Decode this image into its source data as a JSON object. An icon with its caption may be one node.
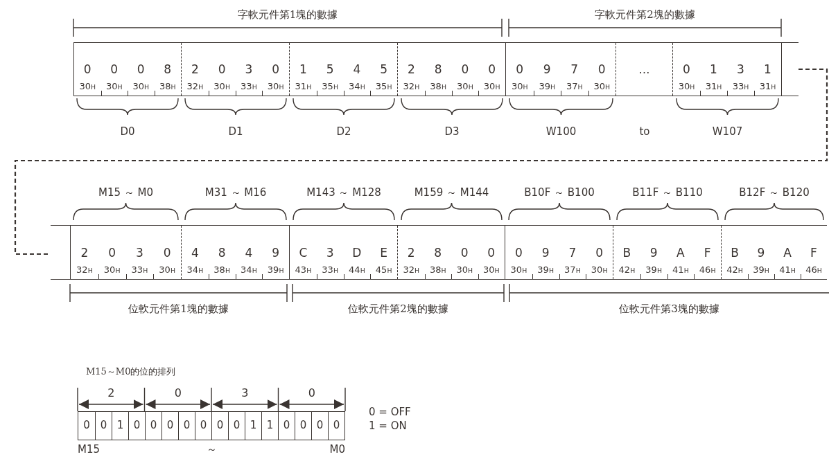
{
  "diagram": {
    "nodes": [
      {
        "text": [],
        "shape": "box"
      },
      {
        "text": [
          "0",
          "0",
          "0",
          "8",
          "30$_{H}$",
          "30$_{H}$",
          "30$_{H}$",
          "38$_{H}$"
        ],
        "in": 0,
        "beside": [
          "D0"
        ]
      },
      {
        "text": [
          "2",
          "0",
          "3",
          "0",
          "32$_{H}$",
          "30$_{H}$",
          "33$_{H}$",
          "30$_{H}$"
        ],
        "in": 0,
        "beside": [
          "D1"
        ]
      },
      {
        "text": [
          "1",
          "5",
          "4",
          "5",
          "31$_{H}$",
          "35$_{H}$",
          "34$_{H}$",
          "35$_{H}$"
        ],
        "in": 0,
        "beside": [
          "D2"
        ]
      },
      {
        "text": [
          "2",
          "8",
          "0",
          "0",
          "32$_{H}$",
          "38$_{H}$",
          "30$_{H}$",
          "30$_{H}$"
        ],
        "in": 0,
        "beside": [
          "D3"
        ]
      },
      {
        "text": [
          "0",
          "9",
          "7",
          "0",
          "30$_{H}$",
          "39$_{H}$",
          "37$_{H}$",
          "30$_{H}$"
        ],
        "in": 0,
        "beside": [
          "W100"
        ]
      },
      {
        "text": [
          "…"
        ],
        "in": 0,
        "beside": [
          "to"
        ]
      },
      {
        "text": [
          "0",
          "1",
          "3",
          "1",
          "30$_{H}$",
          "31$_{H}$",
          "33$_{H}$",
          "31$_{H}$"
        ],
        "in": 0,
        "beside": [
          "W107"
        ]
      },
      {
        "text": [],
        "shape": "box"
      },
      {
        "text": [
          "2",
          "0",
          "3",
          "0",
          "32$_{H}$",
          "30$_{H}$",
          "33$_{H}$",
          "30$_{H}$"
        ],
        "in": 8,
        "beside": [
          "M15 ～ M0"
        ]
      },
      {
        "text": [
          "4",
          "8",
          "4",
          "9",
          "34$_{H}$",
          "38$_{H}$",
          "34$_{H}$",
          "39$_{H}$"
        ],
        "in": 8,
        "beside": [
          "M31 ～ M16"
        ]
      },
      {
        "text": [
          "C",
          "3",
          "D",
          "E",
          "43$_{H}$",
          "33$_{H}$",
          "44$_{H}$",
          "45$_{H}$"
        ],
        "in": 8,
        "beside": [
          "M143 ～ M128"
        ]
      },
      {
        "text": [
          "2",
          "8",
          "0",
          "0",
          "32$_{H}$",
          "38$_{H}$",
          "30$_{H}$",
          "30$_{H}$"
        ],
        "in": 8,
        "beside": [
          "M159 ～ M144"
        ]
      },
      {
        "text": [
          "0",
          "9",
          "7",
          "0",
          "30$_{H}$",
          "39$_{H}$",
          "37$_{H}$",
          "30$_{H}$"
        ],
        "in": 8,
        "beside": [
          "B10F ～ B100"
        ]
      },
      {
        "text": [
          "B",
          "9",
          "A",
          "F",
          "42$_{H}$",
          "39$_{H}$",
          "41$_{H}$",
          "46$_{H}$"
        ],
        "in": 8,
        "beside": [
          "B11F ～ B110"
        ]
      },
      {
        "text": [
          "B",
          "9",
          "A",
          "F",
          "42$_{H}$",
          "39$_{H}$",
          "41$_{H}$",
          "46$_{H}$"
        ],
        "in": 8
      },
      {
        "text": [
          "0",
          "0",
          "1",
          "0",
          "0",
          "0",
          "0",
          "0",
          "0",
          "0",
          "1",
          "1",
          "0",
          "0",
          "0",
          "0"
        ],
        "beside": [
          "M15",
          "～",
          "M0"
        ]
      }
    ],
    "edges": [
      {
        "from": 0,
        "to": 8,
        "arrow": "none",
        "style": "dashed"
      }
    ],
    "labels": [
      "字軟元件第1塊的數據",
      "字軟元件第2塊的數據",
      "位軟元件第1塊的數據",
      "位軟元件第2塊的數據",
      "位軟元件第3塊的數據",
      "M15～M0的位的排列",
      "2",
      "0",
      "3",
      "0",
      "0 = OFF",
      "1 = ON",
      "B12F ～ B120"
    ]
  }
}
